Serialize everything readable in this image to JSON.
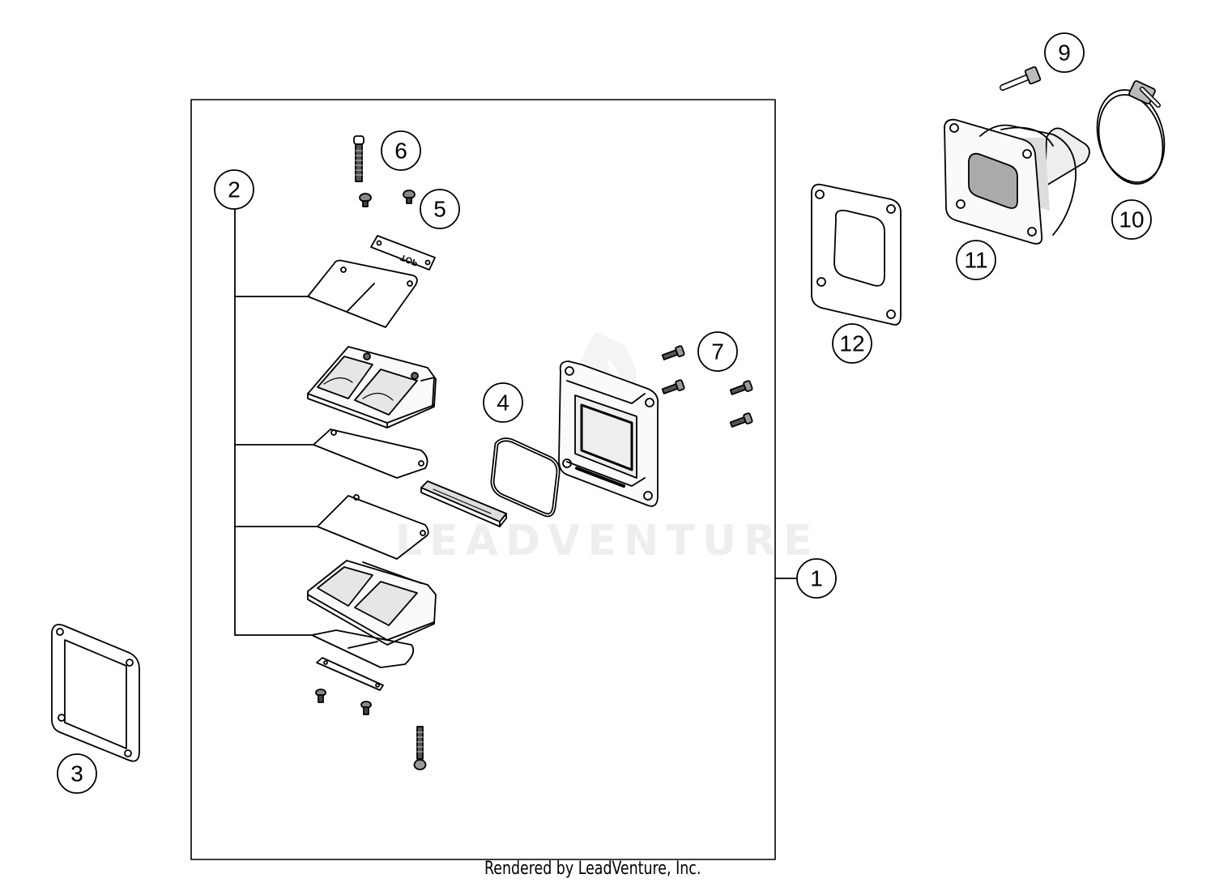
{
  "diagram": {
    "credit": "Rendered by LeadVenture, Inc.",
    "watermark": "LEADVENTURE",
    "reed_plate_label": "TOP",
    "callouts": [
      "1",
      "2",
      "3",
      "4",
      "5",
      "6",
      "7",
      "9",
      "10",
      "11",
      "12"
    ]
  }
}
